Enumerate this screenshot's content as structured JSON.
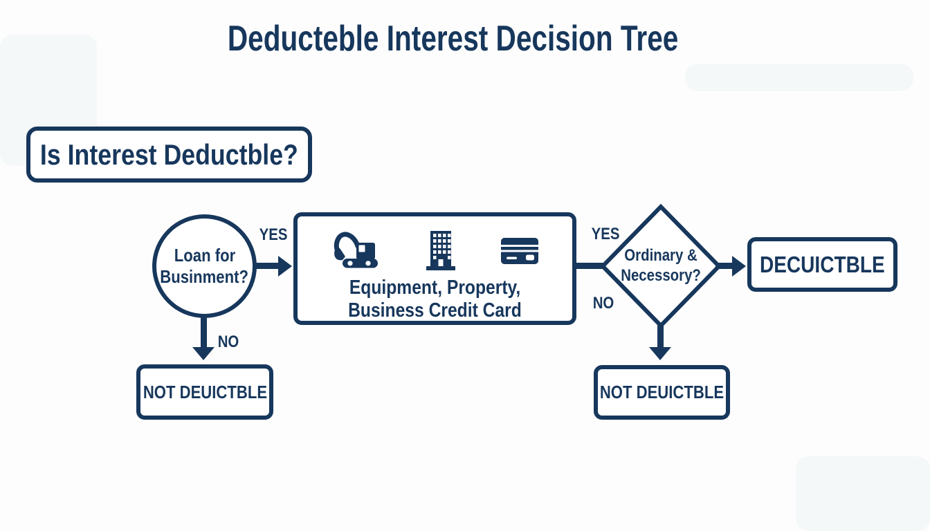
{
  "colors": {
    "ink": "#17375c",
    "background": "#fdfdfd"
  },
  "title": "Deducteble Interest Decision Tree",
  "question": {
    "label": "Is Interest Deductble?"
  },
  "nodes": {
    "loan": {
      "line1": "Loan for",
      "line2": "Businment?"
    },
    "examples": {
      "line1": "Equipment, Property,",
      "line2": "Business Credit Card",
      "icons": [
        "excavator-icon",
        "building-icon",
        "credit-card-icon"
      ]
    },
    "ordinary": {
      "line1": "Ordinary &",
      "line2": "Necessory?"
    },
    "deductible": {
      "label": "DECUICTBLE"
    },
    "not_deductible_left": {
      "label": "NOT DEUICTBLE"
    },
    "not_deductible_right": {
      "label": "NOT DEUICTBLE"
    }
  },
  "edge_labels": {
    "loan_yes": "YES",
    "loan_no": "NO",
    "ordinary_yes": "YES",
    "ordinary_no": "NO"
  }
}
